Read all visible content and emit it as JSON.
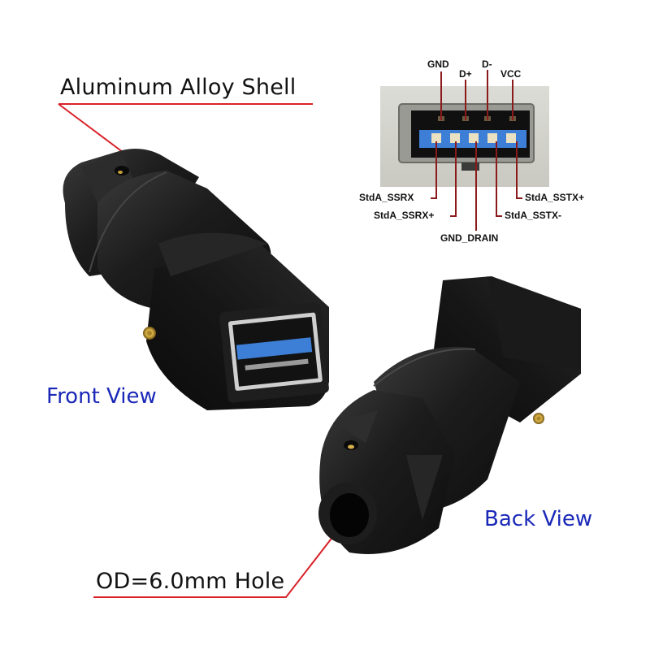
{
  "callouts": {
    "shell": "Aluminum Alloy Shell",
    "hole": "OD=6.0mm Hole",
    "front_view": "Front View",
    "back_view": "Back View"
  },
  "pinout": {
    "top_pins": [
      "GND",
      "D+",
      "D-",
      "VCC"
    ],
    "bottom_pins": [
      "StdA_SSRX",
      "StdA_SSRX+",
      "GND_DRAIN",
      "StdA_SSTX-",
      "StdA_SSTX+"
    ]
  },
  "colors": {
    "callout_line": "#d8232a",
    "view_label": "#1a28b8",
    "pin_line": "#8b1a1a",
    "usb_blue": "#3d7fd6",
    "shell_black": "#1a1a1a",
    "brass": "#c9a23a"
  }
}
